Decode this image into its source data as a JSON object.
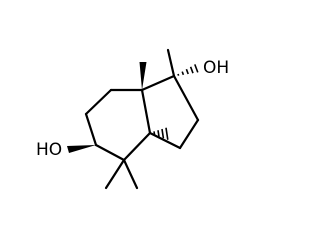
{
  "molecule": {
    "type": "skeletal-formula",
    "labels": {
      "hydroxyl_top": "OH",
      "hydroxyl_left": "HO"
    },
    "colors": {
      "bond": "#000000",
      "text": "#000000",
      "background": "#ffffff"
    }
  }
}
